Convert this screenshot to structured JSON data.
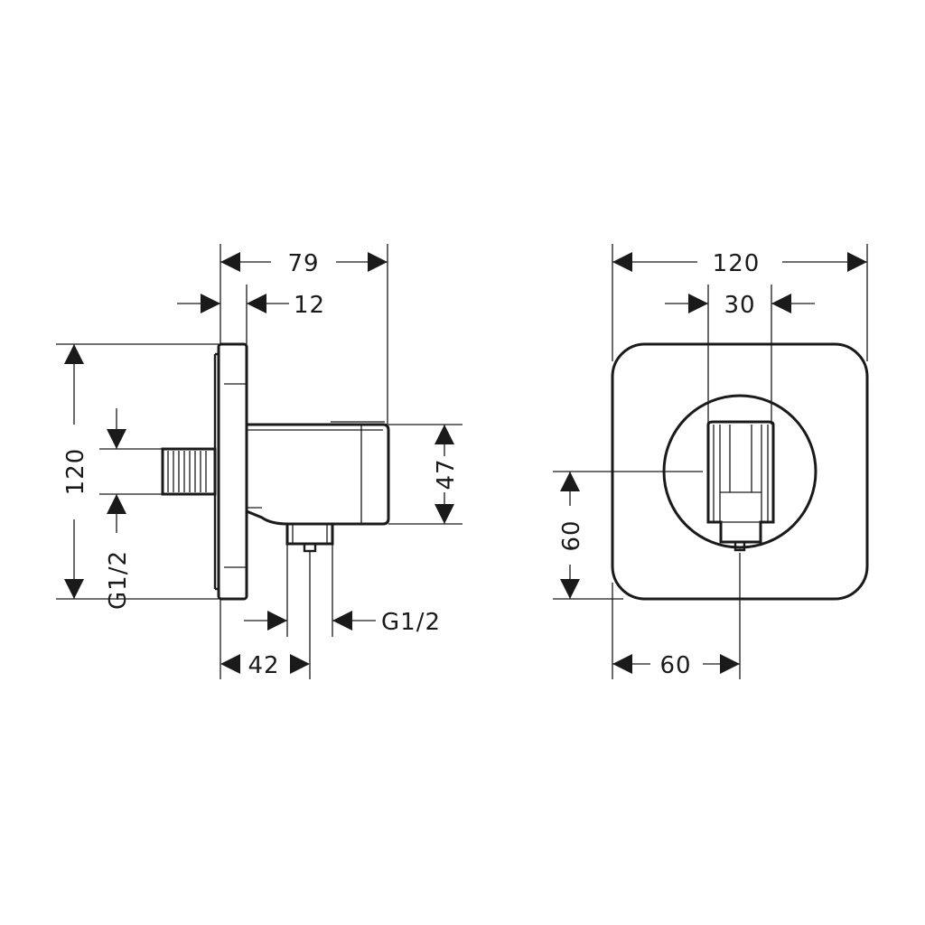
{
  "side_view": {
    "overall_depth": "79",
    "plate_thickness": "12",
    "plate_height": "120",
    "outlet_height": "47",
    "thread_left": "G1/2",
    "thread_bottom": "G1/2",
    "outlet_offset": "42"
  },
  "front_view": {
    "plate_width": "120",
    "holder_width": "30",
    "center_height": "60",
    "center_offset": "60"
  }
}
